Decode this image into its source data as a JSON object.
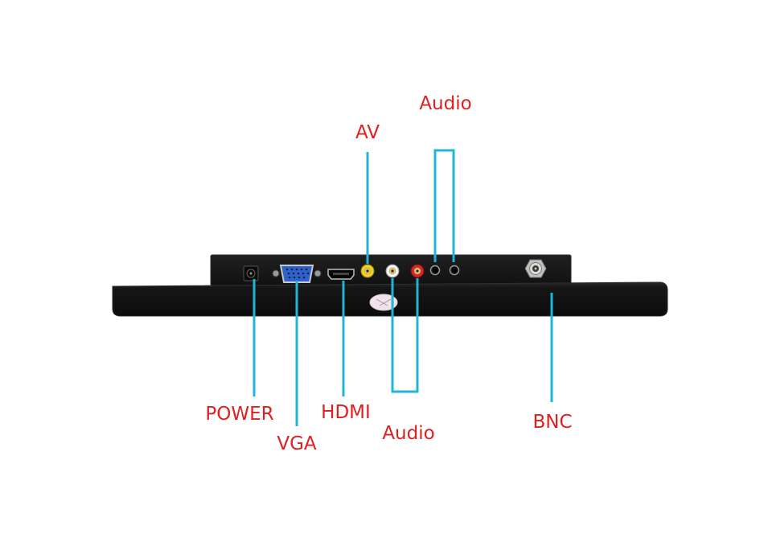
{
  "colors": {
    "label": "#e01f1f",
    "leader_line": "#1fb5d6",
    "device_body": "#141414",
    "device_edge": "#2e2e2e"
  },
  "labels": {
    "audio_top": "Audio",
    "av": "AV",
    "power": "POWER",
    "vga": "VGA",
    "hdmi": "HDMI",
    "audio_bottom": "Audio",
    "bnc": "BNC"
  }
}
